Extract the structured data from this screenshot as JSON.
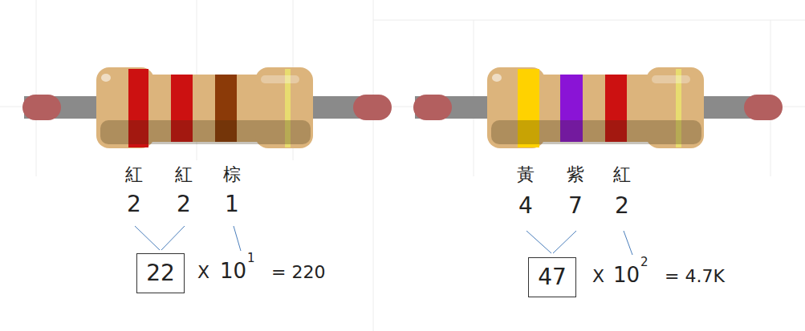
{
  "diagram": {
    "nodes": [
      {
        "text": [
          "22"
        ]
      },
      {
        "text": [
          "47"
        ]
      }
    ],
    "labels": [
      "紅",
      "紅",
      "棕",
      "2",
      "2",
      "1",
      "X",
      "10",
      "1",
      "= 220",
      "黃",
      "紫",
      "紅",
      "4",
      "7",
      "2",
      "X",
      "10",
      "2",
      "= 4.7K"
    ]
  }
}
